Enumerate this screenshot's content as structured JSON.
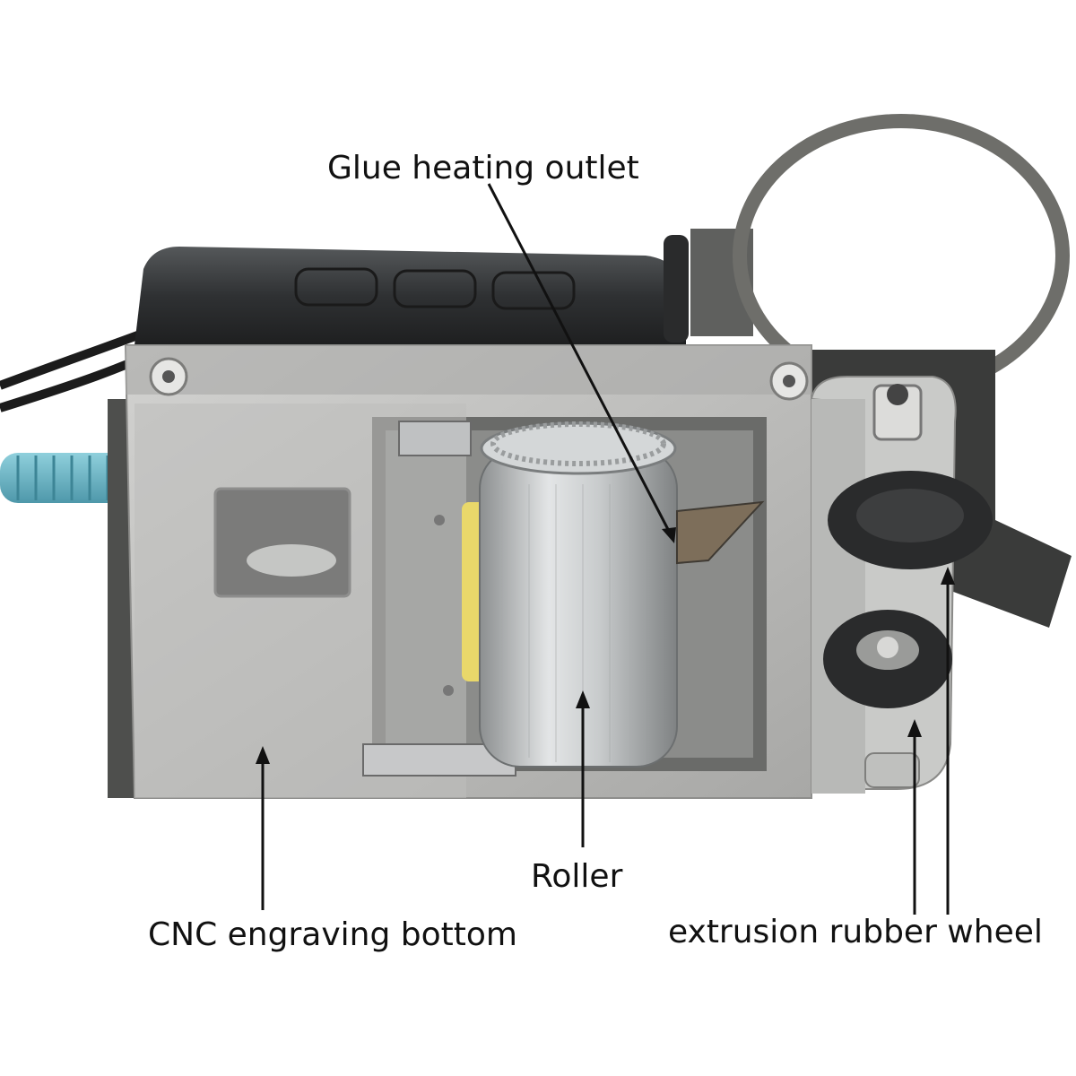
{
  "labels": {
    "glue_outlet": "Glue heating outlet",
    "roller": "Roller",
    "cnc_bottom": "CNC engraving bottom",
    "rubber_wheel": "extrusion rubber wheel"
  },
  "colors": {
    "background": "#ffffff",
    "plate": "#b9b9b7",
    "roller_metal": "#cfd2d3",
    "handle": "#3b3d3e",
    "ring": "#6e6e6a",
    "rubber": "#2a2b2c",
    "hose": "#6fb4c4",
    "glue_stick": "#e9d86a"
  }
}
